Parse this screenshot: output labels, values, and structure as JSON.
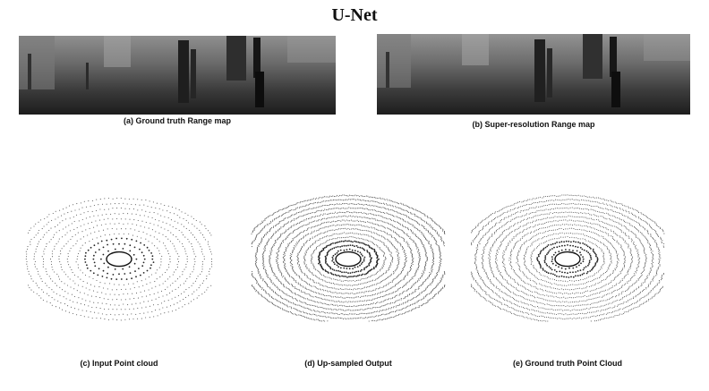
{
  "title": "U-Net",
  "figures": {
    "range_maps": [
      {
        "caption": "(a) Ground truth Range map"
      },
      {
        "caption": "(b) Super-resolution Range map"
      }
    ],
    "point_clouds": [
      {
        "caption": "(c) Input Point cloud"
      },
      {
        "caption": "(d) Up-sampled Output"
      },
      {
        "caption": "(e) Ground truth Point Cloud"
      }
    ]
  }
}
